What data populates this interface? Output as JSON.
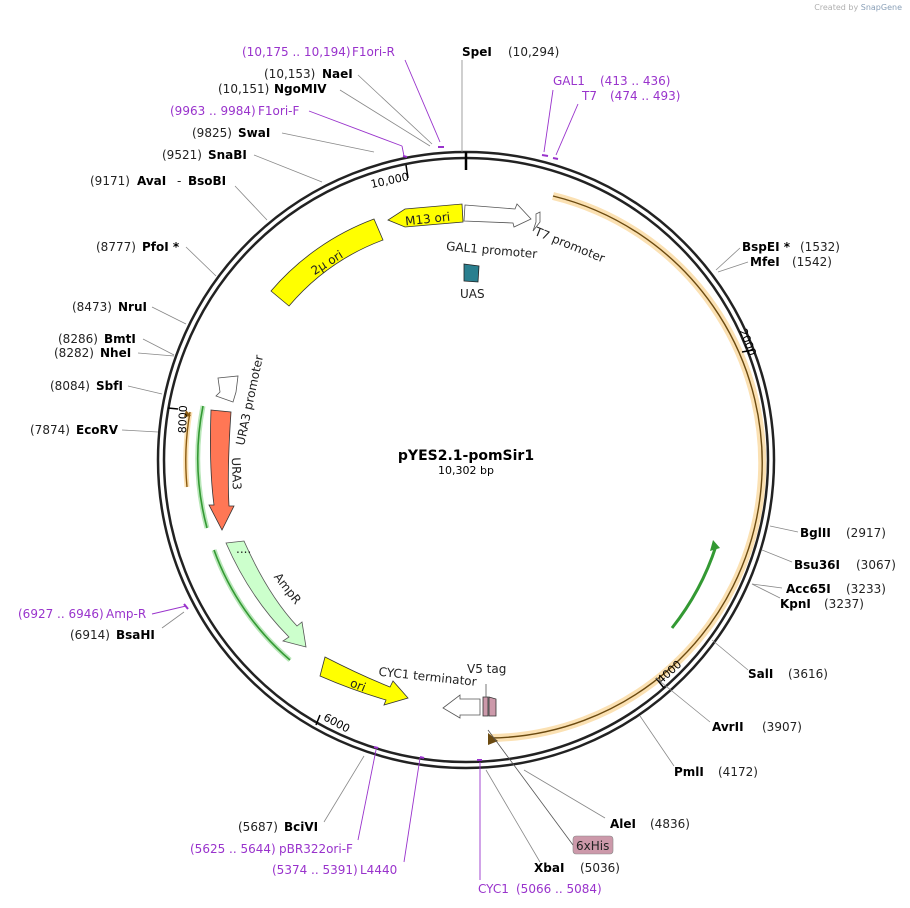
{
  "credit": {
    "prefix": "Created by",
    "brand": "SnapGene"
  },
  "plasmid": {
    "name": "pYES2.1-pomSir1",
    "size_label": "10,302 bp"
  },
  "ticks": [
    {
      "label": "10,000",
      "angle": -10
    },
    {
      "label": "2000",
      "angle": 70
    },
    {
      "label": "4000",
      "angle": 140
    },
    {
      "label": "6000",
      "angle": 210
    },
    {
      "label": "8000",
      "angle": 280
    }
  ],
  "sites": [
    {
      "name": "SpeI",
      "pos": "(10,294)"
    },
    {
      "name": "NaeI",
      "pos": "(10,153)"
    },
    {
      "name": "NgoMIV",
      "pos": "(10,151)"
    },
    {
      "name": "SwaI",
      "pos": "(9825)"
    },
    {
      "name": "SnaBI",
      "pos": "(9521)"
    },
    {
      "name": "AvaI",
      "pos": "(9171)"
    },
    {
      "name": "BsoBI",
      "pos": ""
    },
    {
      "name": "PfoI *",
      "pos": "(8777)"
    },
    {
      "name": "NruI",
      "pos": "(8473)"
    },
    {
      "name": "BmtI",
      "pos": "(8286)"
    },
    {
      "name": "NheI",
      "pos": "(8282)"
    },
    {
      "name": "SbfI",
      "pos": "(8084)"
    },
    {
      "name": "EcoRV",
      "pos": "(7874)"
    },
    {
      "name": "BsaHI",
      "pos": "(6914)"
    },
    {
      "name": "BciVI",
      "pos": "(5687)"
    },
    {
      "name": "XbaI",
      "pos": "(5036)"
    },
    {
      "name": "AleI",
      "pos": "(4836)"
    },
    {
      "name": "PmlI",
      "pos": "(4172)"
    },
    {
      "name": "AvrII",
      "pos": "(3907)"
    },
    {
      "name": "SalI",
      "pos": "(3616)"
    },
    {
      "name": "KpnI",
      "pos": "(3237)"
    },
    {
      "name": "Acc65I",
      "pos": "(3233)"
    },
    {
      "name": "Bsu36I",
      "pos": "(3067)"
    },
    {
      "name": "BglII",
      "pos": "(2917)"
    },
    {
      "name": "MfeI",
      "pos": "(1542)"
    },
    {
      "name": "BspEI *",
      "pos": "(1532)"
    }
  ],
  "primers": [
    {
      "name": "F1ori-R",
      "range": "(10,175 .. 10,194)"
    },
    {
      "name": "F1ori-F",
      "range": "(9963 .. 9984)"
    },
    {
      "name": "GAL1",
      "range": "(413 .. 436)"
    },
    {
      "name": "T7",
      "range": "(474 .. 493)"
    },
    {
      "name": "Amp-R",
      "range": "(6927 .. 6946)"
    },
    {
      "name": "pBR322ori-F",
      "range": "(5625 .. 5644)"
    },
    {
      "name": "L4440",
      "range": "(5374 .. 5391)"
    },
    {
      "name": "CYC1",
      "range": "(5066 .. 5084)"
    }
  ],
  "features": {
    "m13_ori": "M13 ori",
    "two_micron_ori": "2μ ori",
    "gal1_promoter": "GAL1 promoter",
    "t7_promoter": "T7 promoter",
    "uas": "UAS",
    "ura3_promoter": "URA3 promoter",
    "ura3": "URA3",
    "ampr": "AmpR",
    "ori": "ori",
    "cyc1_terminator": "CYC1 terminator",
    "v5_tag": "V5 tag",
    "six_his": "6xHis"
  },
  "colors": {
    "backbone": "#222222",
    "primer": "#9933cc",
    "orf": "#f0a030",
    "ori": "#ffff00",
    "ura3": "#ff7755",
    "ampr": "#ccffcc",
    "uas": "#2a7f8f",
    "green_arrow": "#339933",
    "tag": "#cc99aa"
  }
}
